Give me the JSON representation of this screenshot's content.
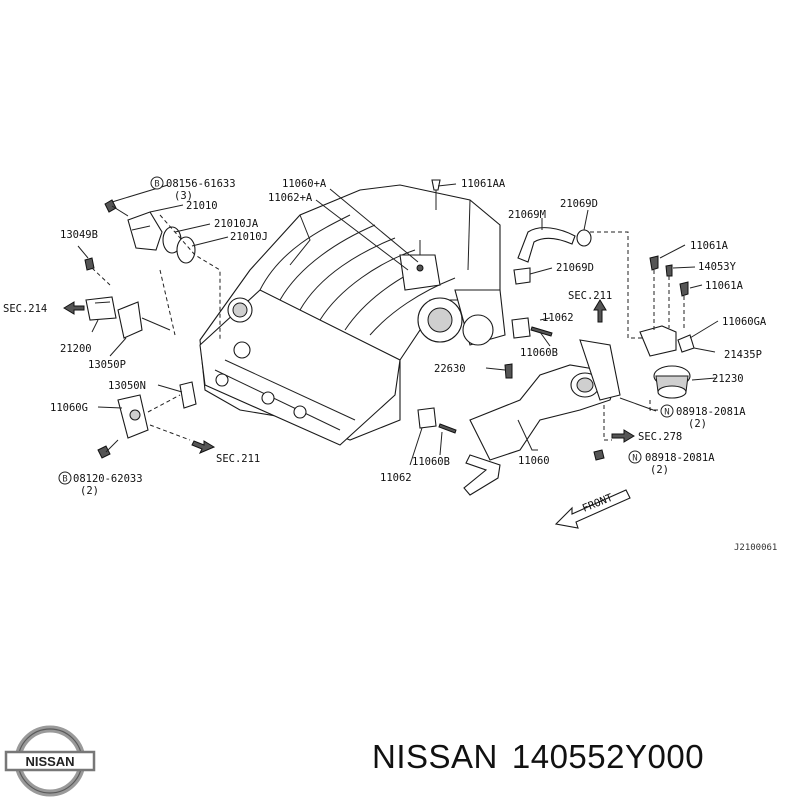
{
  "labels": {
    "b08156": "08156-61633",
    "b08156_qty": "(3)",
    "l21010": "21010",
    "l21010JA": "21010JA",
    "l21010J": "21010J",
    "l13049B": "13049B",
    "sec214": "SEC.214",
    "l21200": "21200",
    "l13050P": "13050P",
    "l13050N": "13050N",
    "l11060G": "11060G",
    "sec211_left": "SEC.211",
    "b08120": "08120-62033",
    "b08120_qty": "(2)",
    "l11060A": "11060+A",
    "l11062A": "11062+A",
    "l11061AA": "11061AA",
    "l21069M": "21069M",
    "l21069D_top": "21069D",
    "l21069D_mid": "21069D",
    "l11061A_1": "11061A",
    "l14053Y": "14053Y",
    "l11061A_2": "11061A",
    "sec211_mid": "SEC.211",
    "l11062_right": "11062",
    "l11060B_right": "11060B",
    "l11060GA": "11060GA",
    "l21435P": "21435P",
    "l21230": "21230",
    "l22630": "22630",
    "n08918_1": "08918-2081A",
    "n08918_1_qty": "(2)",
    "sec278": "SEC.278",
    "n08918_2": "08918-2081A",
    "n08918_2_qty": "(2)",
    "l11060": "11060",
    "l11060B_bottom": "11060B",
    "l11062_bottom": "11062",
    "front": "FRONT",
    "diagram_code": "J2100061",
    "bolt_mark_b": "B",
    "nut_mark_n": "N"
  },
  "footer": {
    "brand": "NISSAN",
    "part_number": "140552Y000",
    "logo_text": "NISSAN"
  }
}
